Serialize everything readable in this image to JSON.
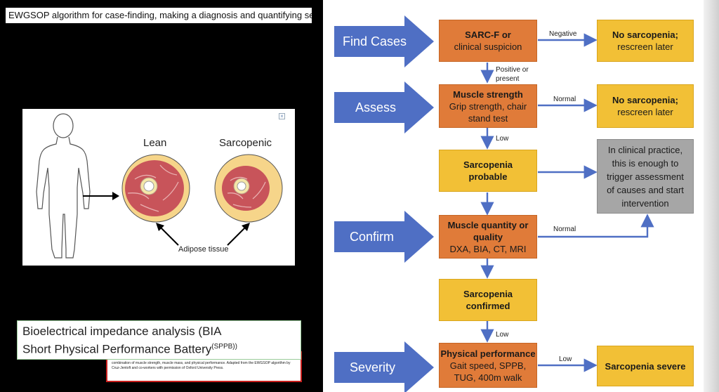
{
  "slide_title": "EWGSOP algorithm for case-finding, making a diagnosis and quantifying severity",
  "illustration": {
    "lean_label": "Lean",
    "sarcopenic_label": "Sarcopenic",
    "adipose_label": "Adipose tissue"
  },
  "bia_box": {
    "line1": "Bioelectrical impedance analysis (BIA",
    "line2": "Short Physical Performance Battery",
    "line2_sup": "(SPPB))"
  },
  "figure_caption": "FIGURE 1. Algorithm for sarcopenia diagnosis in clinical practice. It involves the screening and the measurement of a combination of muscle strength, muscle mass, and physical performance. Adapted from the EWGSOP algorithm by Cruz-Jentoft and co-workers with permission of Oxford University Press.",
  "stages": [
    "Find Cases",
    "Assess",
    "Confirm",
    "Severity"
  ],
  "boxes": {
    "sarcf_line1": "SARC-F or",
    "sarcf_line2": "clinical suspicion",
    "no_sarc1_line1": "No sarcopenia;",
    "no_sarc1_line2": "rescreen later",
    "strength_title": "Muscle strength",
    "strength_line2": "Grip strength, chair",
    "strength_line3": "stand test",
    "no_sarc2_line1": "No sarcopenia;",
    "no_sarc2_line2": "rescreen later",
    "probable_line1": "Sarcopenia",
    "probable_line2": "probable",
    "clinical_line1": "In clinical practice,",
    "clinical_line2": "this is enough to",
    "clinical_line3": "trigger assessment",
    "clinical_line4": "of causes and start",
    "clinical_line5": "intervention",
    "quantity_line1": "Muscle quantity or",
    "quantity_line2": "quality",
    "quantity_line3": "DXA, BIA, CT, MRI",
    "confirmed_line1": "Sarcopenia",
    "confirmed_line2": "confirmed",
    "performance_title": "Physical performance",
    "performance_line2": "Gait speed, SPPB,",
    "performance_line3": "TUG, 400m walk",
    "severe": "Sarcopenia severe"
  },
  "edges": {
    "negative": "Negative",
    "positive_line1": "Positive or",
    "positive_line2": "present",
    "normal1": "Normal",
    "low1": "Low",
    "normal2": "Normal",
    "low2": "Low",
    "low3": "Low"
  },
  "colors": {
    "orange": "#e07b39",
    "yellow": "#f2c036",
    "grey": "#a6a6a6",
    "stage_blue": "#4f6fc4",
    "connector_blue": "#4f6fc4",
    "caption_border": "#c8201e"
  },
  "icons": [
    "person-outline-icon",
    "muscle-cross-section-lean-icon",
    "muscle-cross-section-sarcopenic-icon",
    "close-icon"
  ]
}
